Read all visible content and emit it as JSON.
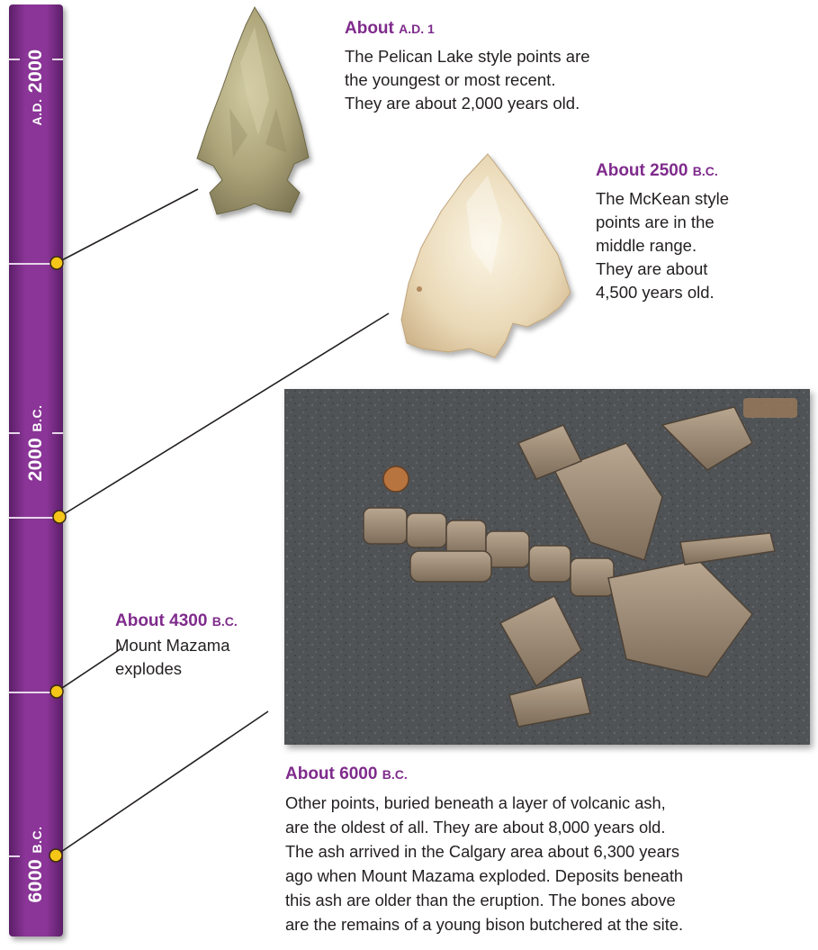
{
  "timeline": {
    "eras": [
      {
        "year": "2000",
        "prefix": "A.D.",
        "suffix": ""
      },
      {
        "year": "2000",
        "prefix": "",
        "suffix": "B.C."
      },
      {
        "year": "6000",
        "prefix": "",
        "suffix": "B.C."
      }
    ]
  },
  "events": {
    "ad1": {
      "heading_word": "About",
      "heading_era": "A.D. 1",
      "lines": [
        "The Pelican Lake style points are",
        "the youngest or most recent.",
        "They are about 2,000 years old."
      ]
    },
    "bc2500": {
      "heading_word": "About 2500",
      "heading_era": "B.C.",
      "lines": [
        "The McKean style",
        "points are in the",
        "middle range.",
        "They are about",
        "4,500 years old."
      ]
    },
    "bc4300": {
      "heading_word": "About 4300",
      "heading_era": "B.C.",
      "lines": [
        "Mount Mazama",
        "explodes"
      ]
    },
    "bc6000": {
      "heading_word": "About 6000",
      "heading_era": "B.C.",
      "lines": [
        "Other points, buried beneath a layer of volcanic ash,",
        "are the oldest of all. They are about 8,000 years old.",
        "The ash arrived in the Calgary area about 6,300 years",
        "ago when Mount Mazama exploded. Deposits beneath",
        "this ash are older than the eruption. The bones above",
        "are the remains of a young bison butchered at the site."
      ]
    }
  },
  "colors": {
    "timeline_purple": "#8a3597",
    "heading_purple": "#7f2b8c",
    "marker_yellow": "#f5c518"
  }
}
